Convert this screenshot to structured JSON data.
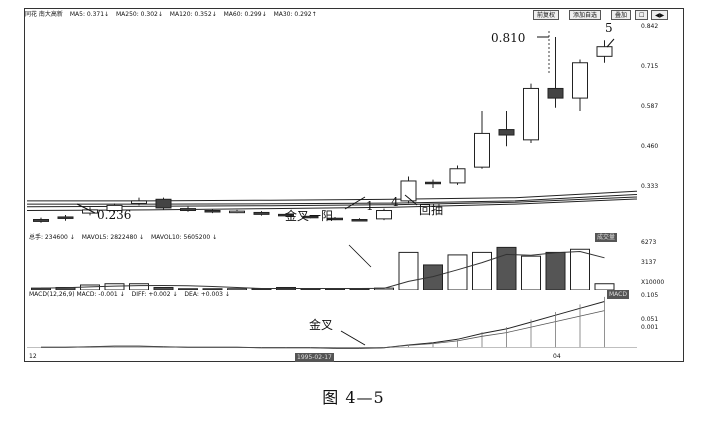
{
  "header": {
    "stock": "同花 南大高新",
    "ma": [
      "MA5: 0.371↓",
      "MA250: 0.302↓",
      "MA120: 0.352↓",
      "MA60: 0.299↓",
      "MA30: 0.292↑"
    ],
    "btn1": "前复权",
    "btn2": "添加自选",
    "btn3": "叠加",
    "btn4": "☐",
    "btn5": "◀▶"
  },
  "price_axis": [
    "0.842",
    "0.715",
    "0.587",
    "0.460",
    "0.333"
  ],
  "volume": {
    "head": [
      "总手: 234600 ↓",
      "MAVOL5: 2822480 ↓",
      "MAVOL10: 5605200 ↓"
    ],
    "axis": [
      "6273",
      "3137",
      "X10000"
    ],
    "tag": "成交量"
  },
  "macd": {
    "head": [
      "MACD(12,26,9) MACD: -0.001 ↓",
      "DIFF: +0.002 ↓",
      "DEA: +0.003 ↓"
    ],
    "axis": [
      "0.105",
      "0.051",
      "0.001"
    ],
    "tag": "MACD"
  },
  "dates": {
    "left": "12",
    "mid": "1995-02-17",
    "right": "04"
  },
  "annotations": {
    "low": "0.236",
    "high": "0.810",
    "five": "5",
    "golden_one": "金叉一阳",
    "one": "1",
    "four": "4",
    "pullback": "回抽",
    "golden_macd": "金叉"
  },
  "caption": "图 4—5",
  "candles": [
    {
      "o": 0.242,
      "c": 0.236,
      "h": 0.248,
      "l": 0.232,
      "up": false
    },
    {
      "o": 0.25,
      "c": 0.246,
      "h": 0.256,
      "l": 0.238,
      "up": false
    },
    {
      "o": 0.262,
      "c": 0.272,
      "h": 0.28,
      "l": 0.255,
      "up": true
    },
    {
      "o": 0.27,
      "c": 0.286,
      "h": 0.292,
      "l": 0.264,
      "up": true
    },
    {
      "o": 0.292,
      "c": 0.3,
      "h": 0.31,
      "l": 0.286,
      "up": true
    },
    {
      "o": 0.305,
      "c": 0.278,
      "h": 0.31,
      "l": 0.272,
      "up": false
    },
    {
      "o": 0.276,
      "c": 0.27,
      "h": 0.282,
      "l": 0.266,
      "up": false
    },
    {
      "o": 0.27,
      "c": 0.266,
      "h": 0.274,
      "l": 0.262,
      "up": false
    },
    {
      "o": 0.266,
      "c": 0.268,
      "h": 0.272,
      "l": 0.262,
      "up": true
    },
    {
      "o": 0.264,
      "c": 0.258,
      "h": 0.268,
      "l": 0.254,
      "up": false
    },
    {
      "o": 0.258,
      "c": 0.254,
      "h": 0.262,
      "l": 0.25,
      "up": false
    },
    {
      "o": 0.252,
      "c": 0.25,
      "h": 0.256,
      "l": 0.246,
      "up": false
    },
    {
      "o": 0.246,
      "c": 0.244,
      "h": 0.25,
      "l": 0.24,
      "up": false
    },
    {
      "o": 0.242,
      "c": 0.24,
      "h": 0.246,
      "l": 0.236,
      "up": false
    },
    {
      "o": 0.244,
      "c": 0.27,
      "h": 0.276,
      "l": 0.24,
      "up": true
    },
    {
      "o": 0.3,
      "c": 0.362,
      "h": 0.376,
      "l": 0.292,
      "up": true
    },
    {
      "o": 0.358,
      "c": 0.354,
      "h": 0.366,
      "l": 0.34,
      "up": false
    },
    {
      "o": 0.356,
      "c": 0.4,
      "h": 0.41,
      "l": 0.35,
      "up": true
    },
    {
      "o": 0.405,
      "c": 0.51,
      "h": 0.58,
      "l": 0.4,
      "up": true
    },
    {
      "o": 0.522,
      "c": 0.505,
      "h": 0.58,
      "l": 0.47,
      "up": false
    },
    {
      "o": 0.49,
      "c": 0.65,
      "h": 0.665,
      "l": 0.48,
      "up": true
    },
    {
      "o": 0.65,
      "c": 0.62,
      "h": 0.81,
      "l": 0.59,
      "up": false
    },
    {
      "o": 0.62,
      "c": 0.73,
      "h": 0.74,
      "l": 0.58,
      "up": true
    },
    {
      "o": 0.75,
      "c": 0.78,
      "h": 0.8,
      "l": 0.73,
      "up": true
    }
  ],
  "volumes": [
    3,
    4,
    8,
    10,
    10,
    4,
    2,
    2,
    2,
    2,
    4,
    2,
    2,
    2,
    3,
    60,
    40,
    56,
    60,
    68,
    54,
    60,
    65,
    10
  ],
  "macd_line": [
    0.0,
    0.0,
    0.001,
    0.002,
    0.002,
    0.001,
    0.0,
    0.0,
    0.0,
    -0.001,
    -0.001,
    -0.001,
    -0.002,
    -0.002,
    -0.001,
    0.004,
    0.008,
    0.014,
    0.024,
    0.032,
    0.044,
    0.056,
    0.068,
    0.08
  ]
}
